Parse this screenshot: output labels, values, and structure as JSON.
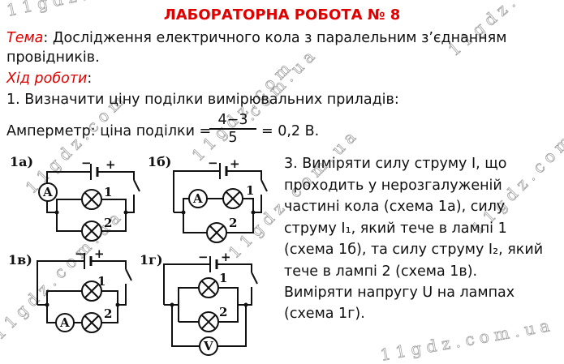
{
  "title": "ЛАБОРАТОРНА РОБОТА № 8",
  "topic": {
    "label": "Тема",
    "text": ": Дослідження електричного кола з паралельним з’єднанням",
    "text_cont": "провідників."
  },
  "procedure": {
    "label": "Хід роботи",
    "colon": ":"
  },
  "step1": "1. Визначити ціну поділки вимірювальних приладів:",
  "ammeter": {
    "prefix": "Амперметр: ціна поділки =",
    "numerator": "4−3",
    "denominator": "5",
    "result": "= 0,2 В."
  },
  "circuits": {
    "a": {
      "label": "1а)"
    },
    "b": {
      "label": "1б)"
    },
    "c": {
      "label": "1в)"
    },
    "d": {
      "label": "1г)"
    },
    "ammeter_symbol": "A",
    "voltmeter_symbol": "V",
    "lamp1": "1",
    "lamp2": "2",
    "minus": "−",
    "plus": "+"
  },
  "step3": [
    "3. Виміряти силу струму I, що",
    "проходить у нерозгалуженій",
    "частині кола (схема 1а), силу",
    "струму I₁, який тече в лампі 1",
    "(схема 1б), та силу струму I₂, який",
    "тече в лампі 2 (схема 1в).",
    "Виміряти напругу U на лампах",
    "(схема 1г)."
  ],
  "watermark": "11gdz.com.ua"
}
